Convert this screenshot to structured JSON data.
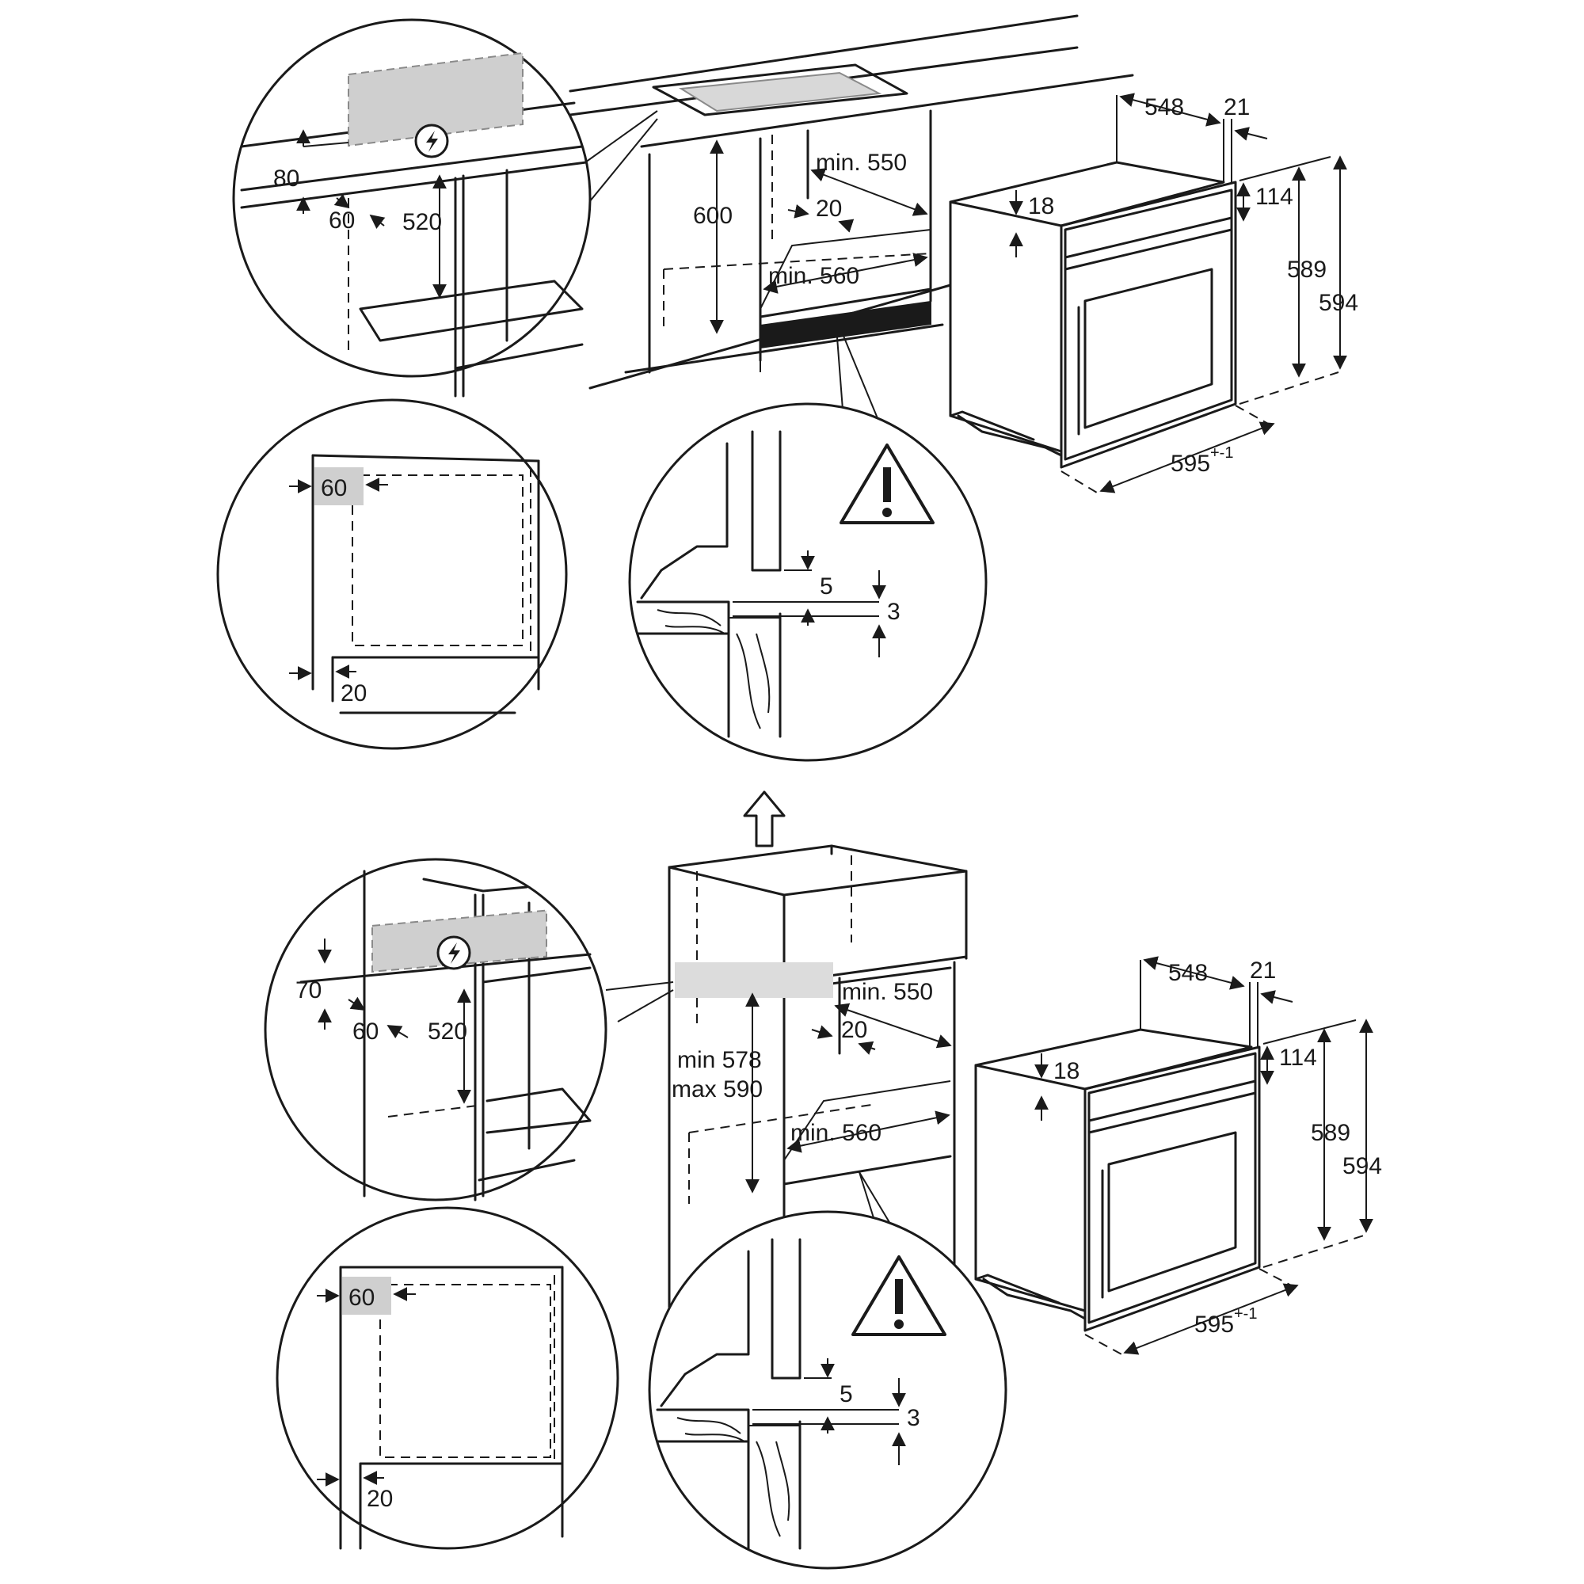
{
  "colors": {
    "line": "#1a1a1a",
    "highlight": "#cfcfcf",
    "background": "#ffffff"
  },
  "icons": [
    "electric-lightning-icon",
    "warning-triangle-icon",
    "up-arrow-icon"
  ],
  "under_counter": {
    "cable_zone": {
      "height": "80",
      "offset": "60",
      "depth": "520"
    },
    "cabinet": {
      "height": "600",
      "depth_min": "min. 550",
      "width_min": "min. 560",
      "gap": "20"
    },
    "side_view": {
      "top": "60",
      "bottom": "20"
    },
    "joint": {
      "gap_a": "5",
      "gap_b": "3"
    },
    "oven": {
      "depth": "548",
      "front_thickness": "21",
      "front_offset": "18",
      "panel_height": "114",
      "body_height": "589",
      "total_height": "594",
      "width": "595",
      "tolerance": "+-1"
    }
  },
  "tall_cabinet": {
    "cable_zone": {
      "height": "70",
      "offset": "60",
      "depth": "520"
    },
    "cabinet": {
      "height_min": "min 578",
      "height_max": "max 590",
      "depth_min": "min. 550",
      "width_min": "min. 560",
      "gap": "20"
    },
    "side_view": {
      "top": "60",
      "bottom": "20"
    },
    "joint": {
      "gap_a": "5",
      "gap_b": "3"
    },
    "oven": {
      "depth": "548",
      "front_thickness": "21",
      "front_offset": "18",
      "panel_height": "114",
      "body_height": "589",
      "total_height": "594",
      "width": "595",
      "tolerance": "+-1"
    }
  }
}
